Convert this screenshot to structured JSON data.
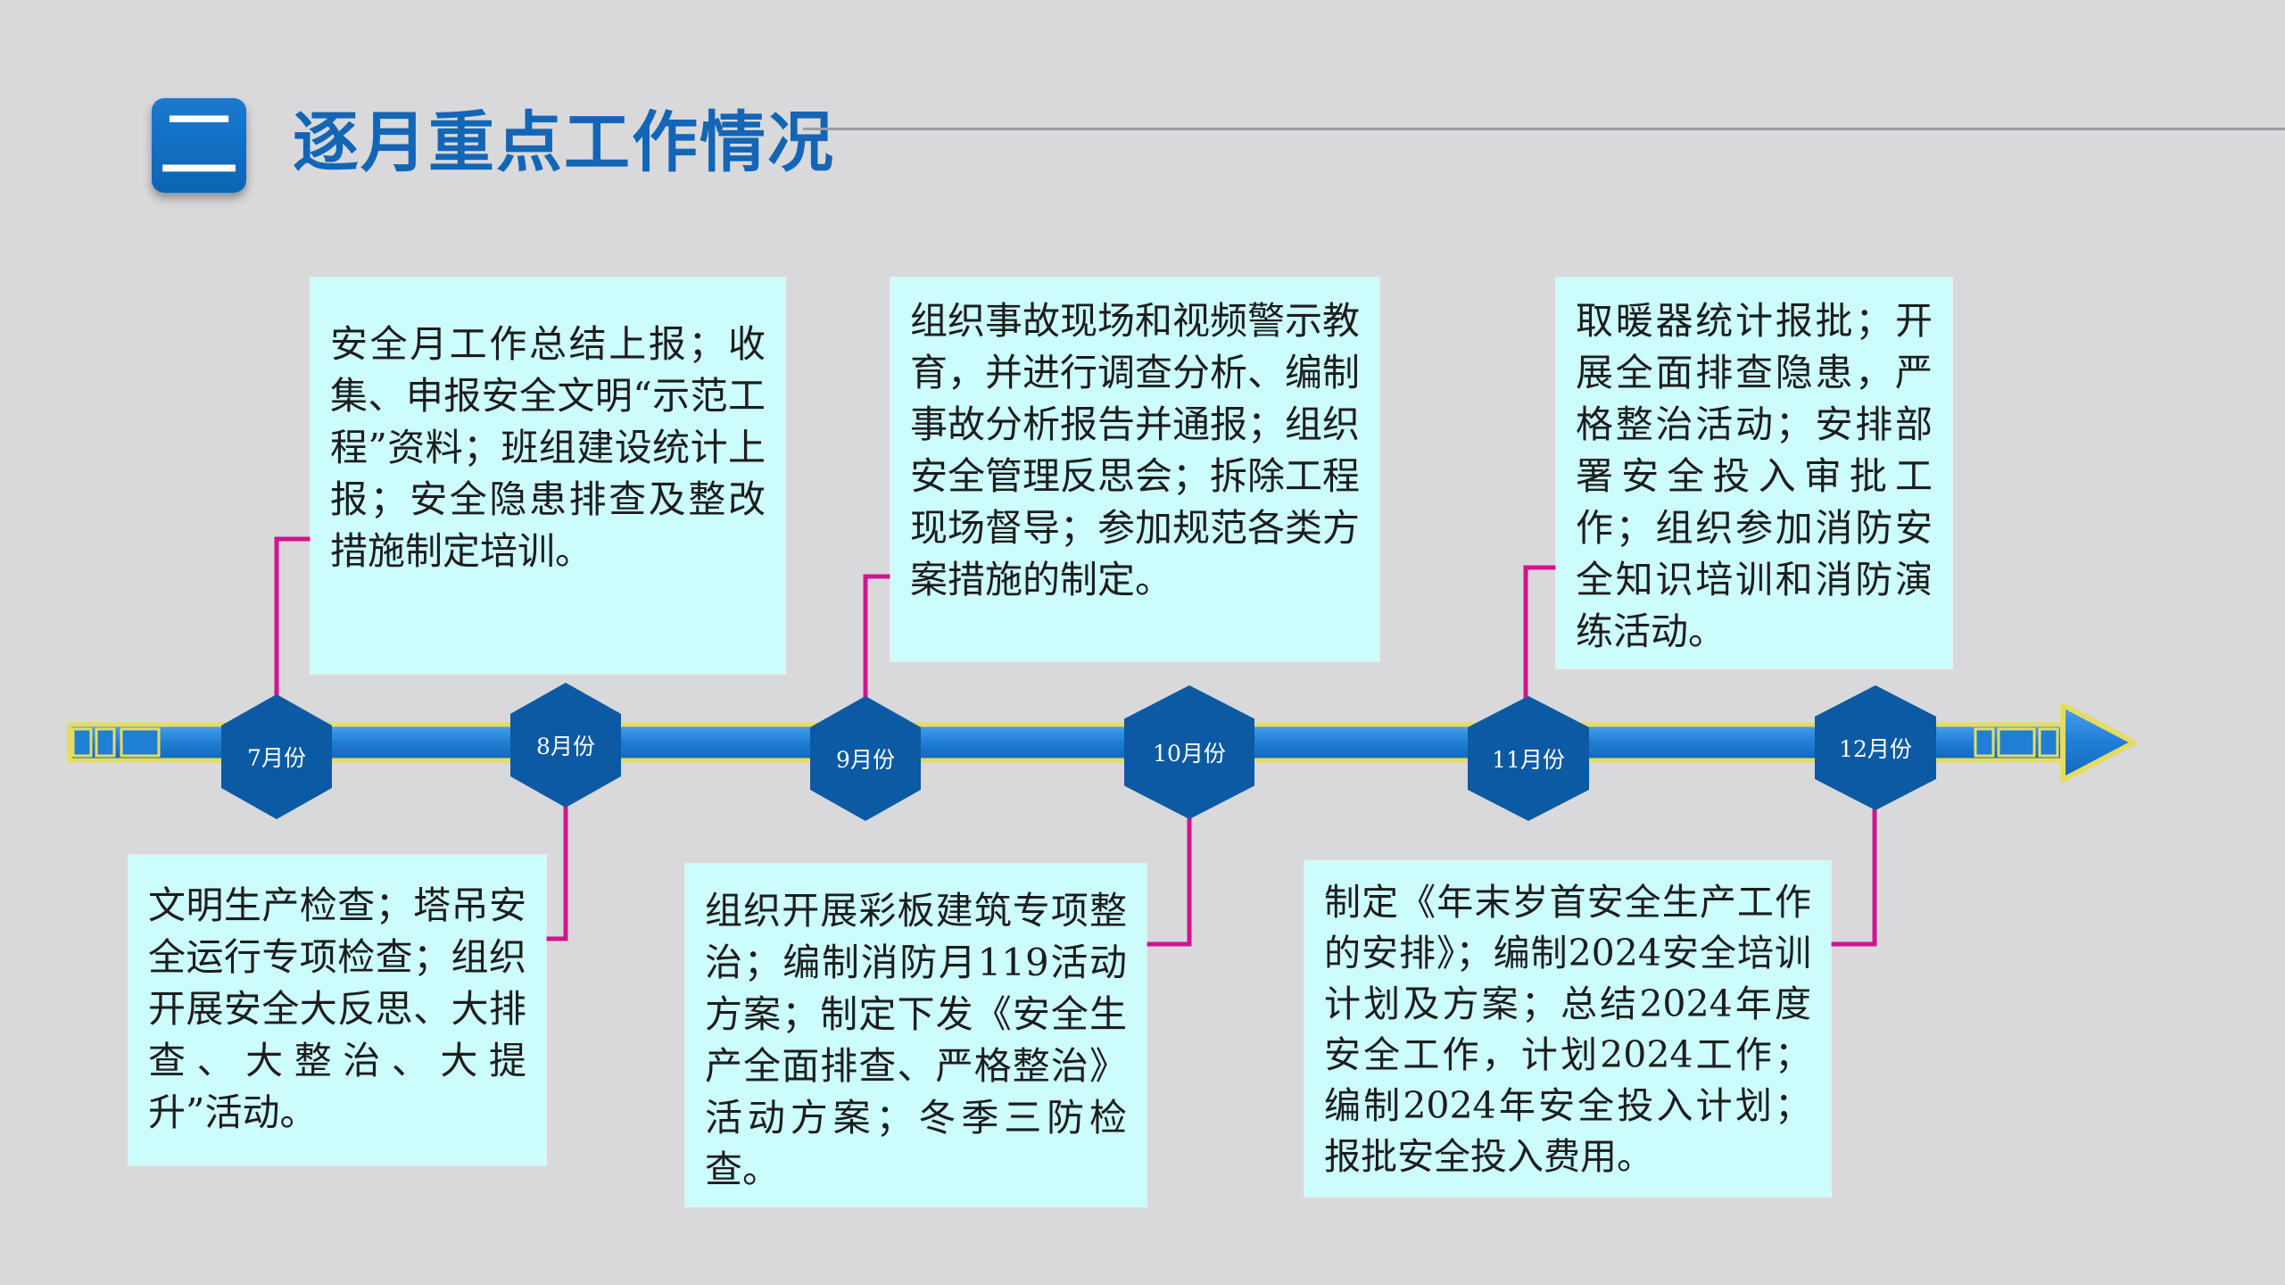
{
  "header": {
    "badge": "二",
    "title": "逐月重点工作情况"
  },
  "timeline": {
    "months": [
      "7月份",
      "8月份",
      "9月份",
      "10月份",
      "11月份",
      "12月份"
    ]
  },
  "cards": {
    "jul": "文明生产检查；塔吊安全运行专项检查；组织开展安全大反思、大排查、大整治、大提升”活动。",
    "aug": "安全月工作总结上报；收集、申报安全文明“示范工程”资料；班组建设统计上报；安全隐患排查及整改措施制定培训。",
    "sep": "组织事故现场和视频警示教育，并进行调查分析、编制事故分析报告并通报；组织安全管理反思会；拆除工程现场督导；参加规范各类方案措施的制定。",
    "oct": "组织开展彩板建筑专项整治；编制消防月119活动方案；制定下发《安全生产全面排查、严格整治》活动方案；冬季三防检查。",
    "nov": "取暖器统计报批；开展全面排查隐患，严格整治活动；安排部署安全投入审批工作；组织参加消防安全知识培训和消防演练活动。",
    "dec": "制定《年末岁首安全生产工作的安排》；编制2024安全培训计划及方案；总结2024年度安全工作，计划2024工作；编制2024年安全投入计划；报批安全投入费用。"
  },
  "colors": {
    "accent": "#1366b6",
    "axis": "#1f7fd4",
    "hex": "#0c5aa3",
    "connector": "#d0158f",
    "card": "#ccfcfc",
    "background": "#d9d9db"
  }
}
